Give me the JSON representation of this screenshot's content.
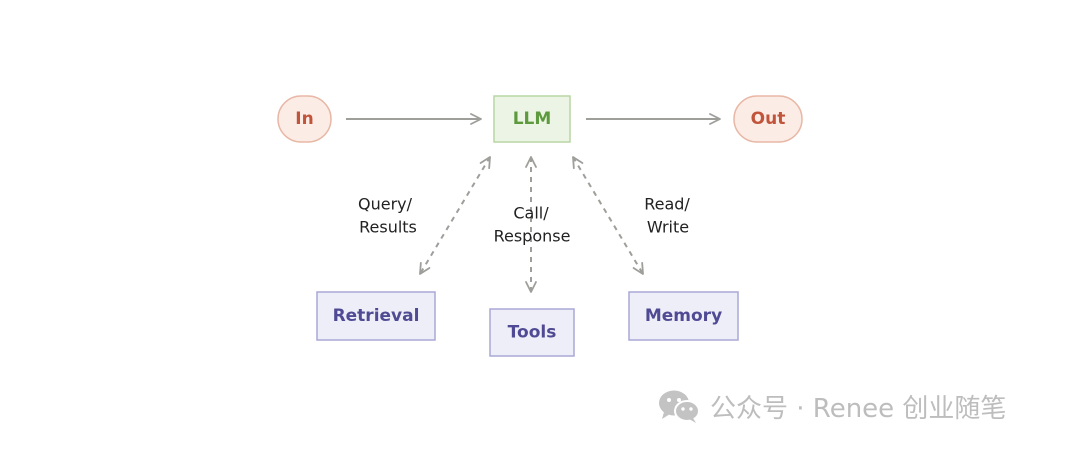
{
  "nodes": {
    "input": "In",
    "llm": "LLM",
    "output": "Out",
    "retrieval": "Retrieval",
    "tools": "Tools",
    "memory": "Memory"
  },
  "edges": {
    "retrieval_line1": "Query/",
    "retrieval_line2": "Results",
    "tools_line1": "Call/",
    "tools_line2": "Response",
    "memory_line1": "Read/",
    "memory_line2": "Write"
  },
  "colors": {
    "terminal_fill": "#fcece6",
    "terminal_stroke": "#e8b7a5",
    "terminal_text": "#c1553b",
    "llm_fill": "#ecf5e5",
    "llm_stroke": "#b8d6a3",
    "llm_text": "#5c9a3d",
    "aug_fill": "#eeeef8",
    "aug_stroke": "#aaa8d6",
    "aug_text": "#4f4a93",
    "arrow": "#9e9e9a"
  },
  "watermark": {
    "icon": "wechat-icon",
    "text": "公众号 · Renee 创业随笔"
  }
}
